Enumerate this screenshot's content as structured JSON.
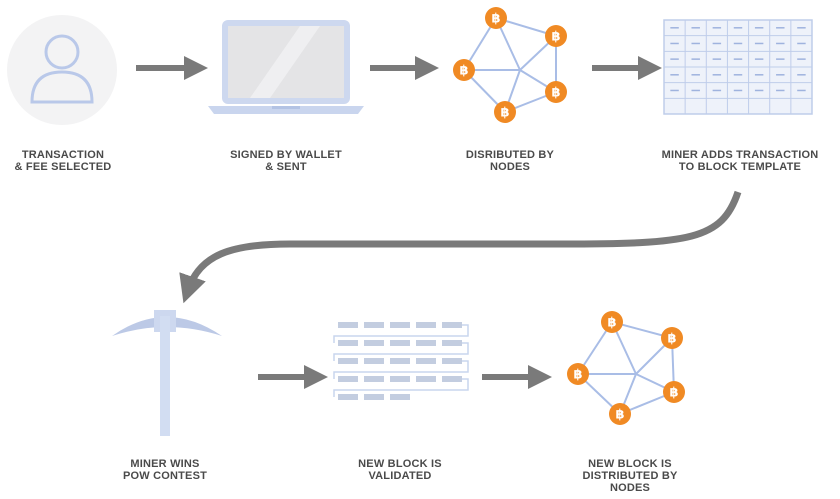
{
  "steps": [
    {
      "label": "TRANSACTION\n& FEE SELECTED"
    },
    {
      "label": "SIGNED BY WALLET\n& SENT"
    },
    {
      "label": "DISRIBUTED BY\nNODES"
    },
    {
      "label": "MINER ADDS TRANSACTION\nTO BLOCK TEMPLATE"
    },
    {
      "label": "MINER WINS\nPOW CONTEST"
    },
    {
      "label": "NEW BLOCK IS\nVALIDATED"
    },
    {
      "label": "NEW BLOCK IS\nDISTRIBUTED BY\nNODES"
    }
  ],
  "colors": {
    "arrow": "#7a7a7a",
    "icon_light": "#c9d5ee",
    "icon_stroke": "#8ea8dc",
    "bitcoin": "#f08a24",
    "laptop_screen": "#e4e4e6",
    "laptop_frame": "#cdd8ef"
  },
  "icons": {
    "user": "user-icon",
    "laptop": "laptop-icon",
    "network": "bitcoin-network-icon",
    "template": "block-template-icon",
    "pickaxe": "pickaxe-icon",
    "block": "validated-block-icon"
  }
}
